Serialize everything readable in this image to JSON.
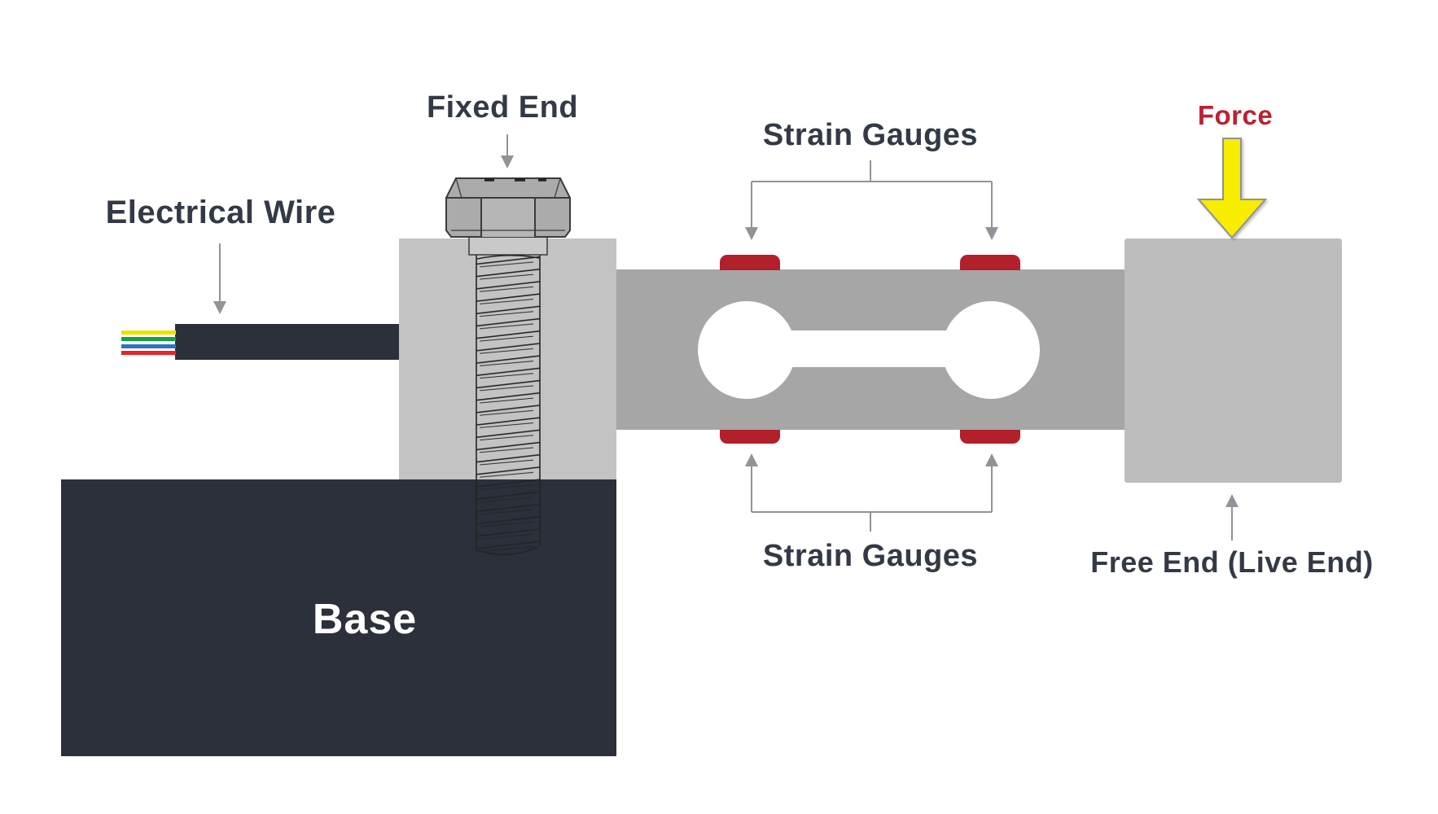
{
  "labels": {
    "electrical_wire": "Electrical Wire",
    "fixed_end": "Fixed End",
    "strain_gauges_top": "Strain Gauges",
    "strain_gauges_bottom": "Strain Gauges",
    "force": "Force",
    "free_end": "Free End (Live End)",
    "base": "Base"
  },
  "colors": {
    "background": "#ffffff",
    "dark": "#2b303a",
    "label_text": "#333a46",
    "beam_gray": "#a6a6a6",
    "block_light": "#c3c3c3",
    "block_free": "#bdbdbd",
    "bolt_gray": "#ababab",
    "bolt_facet": "#b6b6b6",
    "bolt_outline": "#3b3b3b",
    "gauge_red": "#b2202c",
    "force_red": "#bc2130",
    "force_yellow": "#f8ec00",
    "leader_gray": "#909398",
    "wire_yellow": "#f5dd00",
    "wire_green": "#12a14b",
    "wire_blue": "#2d72c8",
    "wire_red": "#e82329",
    "base_text": "#ffffff"
  }
}
